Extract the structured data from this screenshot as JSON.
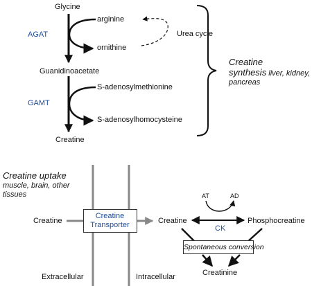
{
  "synthesis": {
    "glycine": "Glycine",
    "arginine": "arginine",
    "ornithine": "ornithine",
    "urea_cycle": "Urea cycle",
    "agat": "AGAT",
    "guanidinoacetate": "Guanidinoacetate",
    "gamt": "GAMT",
    "sam": "S-adenosylmethionine",
    "sah": "S-adenosylhomocysteine",
    "creatine": "Creatine",
    "label_title_line1": "Creatine",
    "label_title_line2_bold": "synthesis",
    "label_title_line2_rest": " liver, kidney,",
    "label_title_line3": "pancreas"
  },
  "uptake": {
    "title": "Creatine uptake",
    "subtitle_line1": "muscle, brain, other",
    "subtitle_line2": "tissues",
    "creatine_outside": "Creatine",
    "transporter_line1": "Creatine",
    "transporter_line2": "Transporter",
    "creatine_inside": "Creatine",
    "at": "AT",
    "ad": "AD",
    "ck": "CK",
    "phosphocreatine": "Phosphocreatine",
    "spontaneous": "Spontaneous conversion",
    "creatinine": "Creatinine",
    "extracellular": "Extracellular",
    "intracellular": "Intracellular"
  },
  "colors": {
    "enzyme_blue": "#1f4e9a",
    "membrane_gray": "#888888",
    "ink": "#111111"
  }
}
